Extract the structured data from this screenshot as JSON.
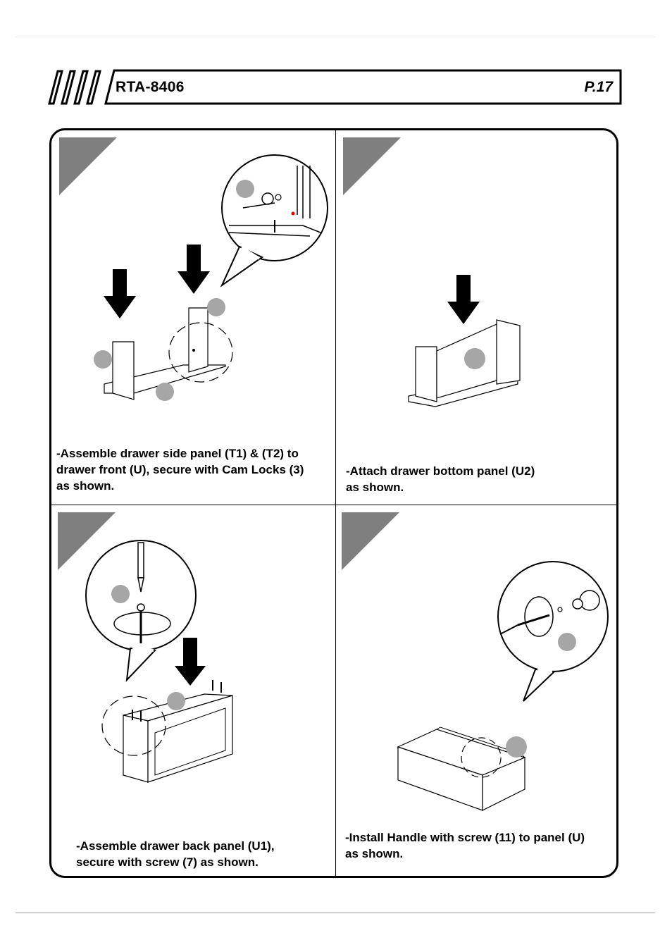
{
  "header": {
    "model": "RTA-8406",
    "page": "P.17"
  },
  "steps": [
    {
      "caption": "-Assemble drawer side panel (T1) & (T2) to\ndrawer front (U), secure with Cam Locks (3)\nas shown."
    },
    {
      "caption": "-Attach drawer bottom panel (U2)\n  as shown."
    },
    {
      "caption": "-Assemble drawer back panel (U1),\nsecure with screw (7) as shown."
    },
    {
      "caption": "-Install Handle with screw (11) to panel (U)\n  as shown."
    }
  ],
  "colors": {
    "step_marker": "#7f7f7f",
    "part_badge": "#a6a6a6",
    "line": "#000000"
  }
}
